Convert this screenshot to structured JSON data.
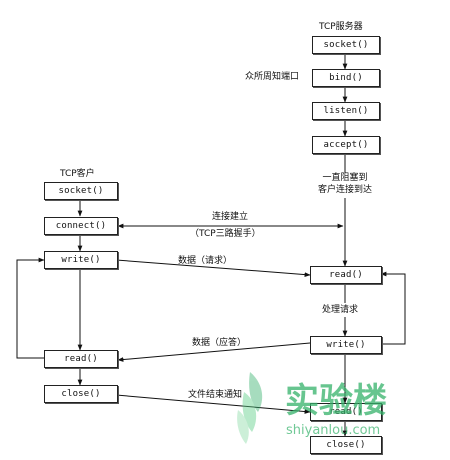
{
  "server": {
    "title": "TCP服务器",
    "socket": "socket()",
    "bind": "bind()",
    "listen": "listen()",
    "accept": "accept()",
    "bind_note": "众所周知端口",
    "block_note_1": "一直阻塞到",
    "block_note_2": "客户连接到达",
    "read": "read()",
    "process": "处理请求",
    "write": "write()",
    "read2": "read()",
    "close": "close()"
  },
  "client": {
    "title": "TCP客户",
    "socket": "socket()",
    "connect": "connect()",
    "write": "write()",
    "read": "read()",
    "close": "close()"
  },
  "arrows": {
    "connect_label_1": "连接建立",
    "connect_label_2": "（TCP三路握手）",
    "request_label": "数据（请求）",
    "reply_label": "数据（应答）",
    "eof_label": "文件结束通知"
  },
  "watermark": {
    "brand": "实验楼",
    "url": "shiyanlou.com"
  }
}
